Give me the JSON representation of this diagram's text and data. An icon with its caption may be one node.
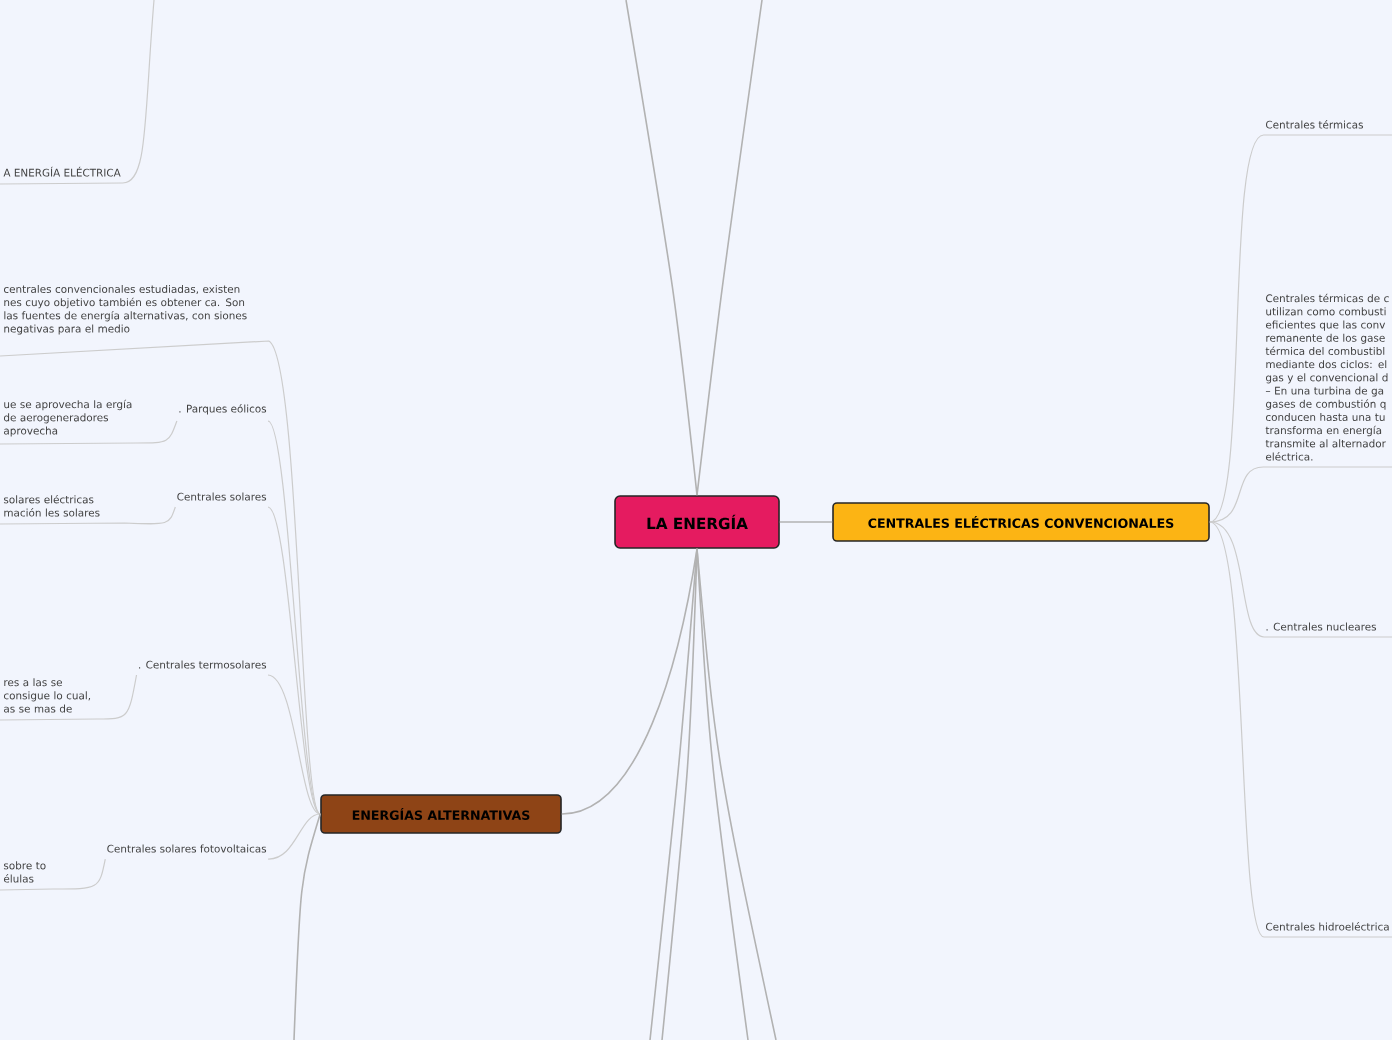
{
  "diagram": {
    "nodes": [
      {
        "text": [
          "LA ENERGÍA"
        ]
      },
      {
        "text": [
          "CENTRALES ELÉCTRICAS CONVENCIONALES"
        ]
      },
      {
        "text": [
          "ENERGÍAS ALTERNATIVAS"
        ]
      },
      {
        "text": [
          "Centrales térmicas"
        ]
      },
      {
        "text": [
          "Centrales térmicas de c utilizan como combusti eficientes que las conv remanente de los gase térmica del combustibl mediante dos ciclos: el gas y el convencional d – En una turbina de ga gases de combustión q conducen hasta una tu transforma en energía transmite al alternador eléctrica."
        ]
      },
      {
        "text": [
          ". Centrales nucleares"
        ]
      },
      {
        "text": [
          "Centrales hidroeléctrica"
        ]
      },
      {
        "text": [
          "A ENERGÍA ELÉCTRICA"
        ]
      },
      {
        "text": [
          "centrales convencionales estudiadas, existen nes cuyo objetivo también es obtener ca. Son las fuentes de energía alternativas, con siones negativas para el medio"
        ]
      },
      {
        "text": [
          ". Parques eólicos"
        ]
      },
      {
        "text": [
          "ue se aprovecha la ergía de aerogeneradores aprovecha"
        ]
      },
      {
        "text": [
          "Centrales solares"
        ]
      },
      {
        "text": [
          "solares eléctricas mación les solares"
        ]
      },
      {
        "text": [
          ". Centrales termosolares"
        ]
      },
      {
        "text": [
          "res a las se consigue lo cual, as se mas de"
        ]
      },
      {
        "text": [
          "Centrales solares fotovoltaicas"
        ]
      },
      {
        "text": [
          "sobre to élulas"
        ]
      }
    ],
    "edges": [
      {
        "from": 0,
        "to": 1,
        "arrow": "none"
      },
      {
        "from": 0,
        "to": 2,
        "arrow": "none"
      },
      {
        "from": 1,
        "to": 3,
        "arrow": "none"
      },
      {
        "from": 1,
        "to": 4,
        "arrow": "none"
      },
      {
        "from": 1,
        "to": 5,
        "arrow": "none"
      },
      {
        "from": 1,
        "to": 6,
        "arrow": "none"
      },
      {
        "from": 2,
        "to": 8,
        "arrow": "none"
      },
      {
        "from": 2,
        "to": 9,
        "arrow": "none"
      },
      {
        "from": 2,
        "to": 11,
        "arrow": "none"
      },
      {
        "from": 2,
        "to": 13,
        "arrow": "none"
      },
      {
        "from": 2,
        "to": 15,
        "arrow": "none"
      },
      {
        "from": 9,
        "to": 10,
        "arrow": "none"
      },
      {
        "from": 11,
        "to": 12,
        "arrow": "none"
      },
      {
        "from": 13,
        "to": 14,
        "arrow": "none"
      },
      {
        "from": 15,
        "to": 16,
        "arrow": "none"
      },
      {
        "from": null,
        "to": 7,
        "arrow": "none"
      },
      {
        "from": 0,
        "to": null,
        "arrow": "none"
      },
      {
        "from": 0,
        "to": null,
        "arrow": "none"
      },
      {
        "from": 0,
        "to": null,
        "arrow": "none"
      },
      {
        "from": 0,
        "to": null,
        "arrow": "none"
      },
      {
        "from": 0,
        "to": null,
        "arrow": "none"
      },
      {
        "from": 0,
        "to": null,
        "arrow": "none"
      },
      {
        "from": 2,
        "to": null,
        "arrow": "none"
      }
    ]
  }
}
